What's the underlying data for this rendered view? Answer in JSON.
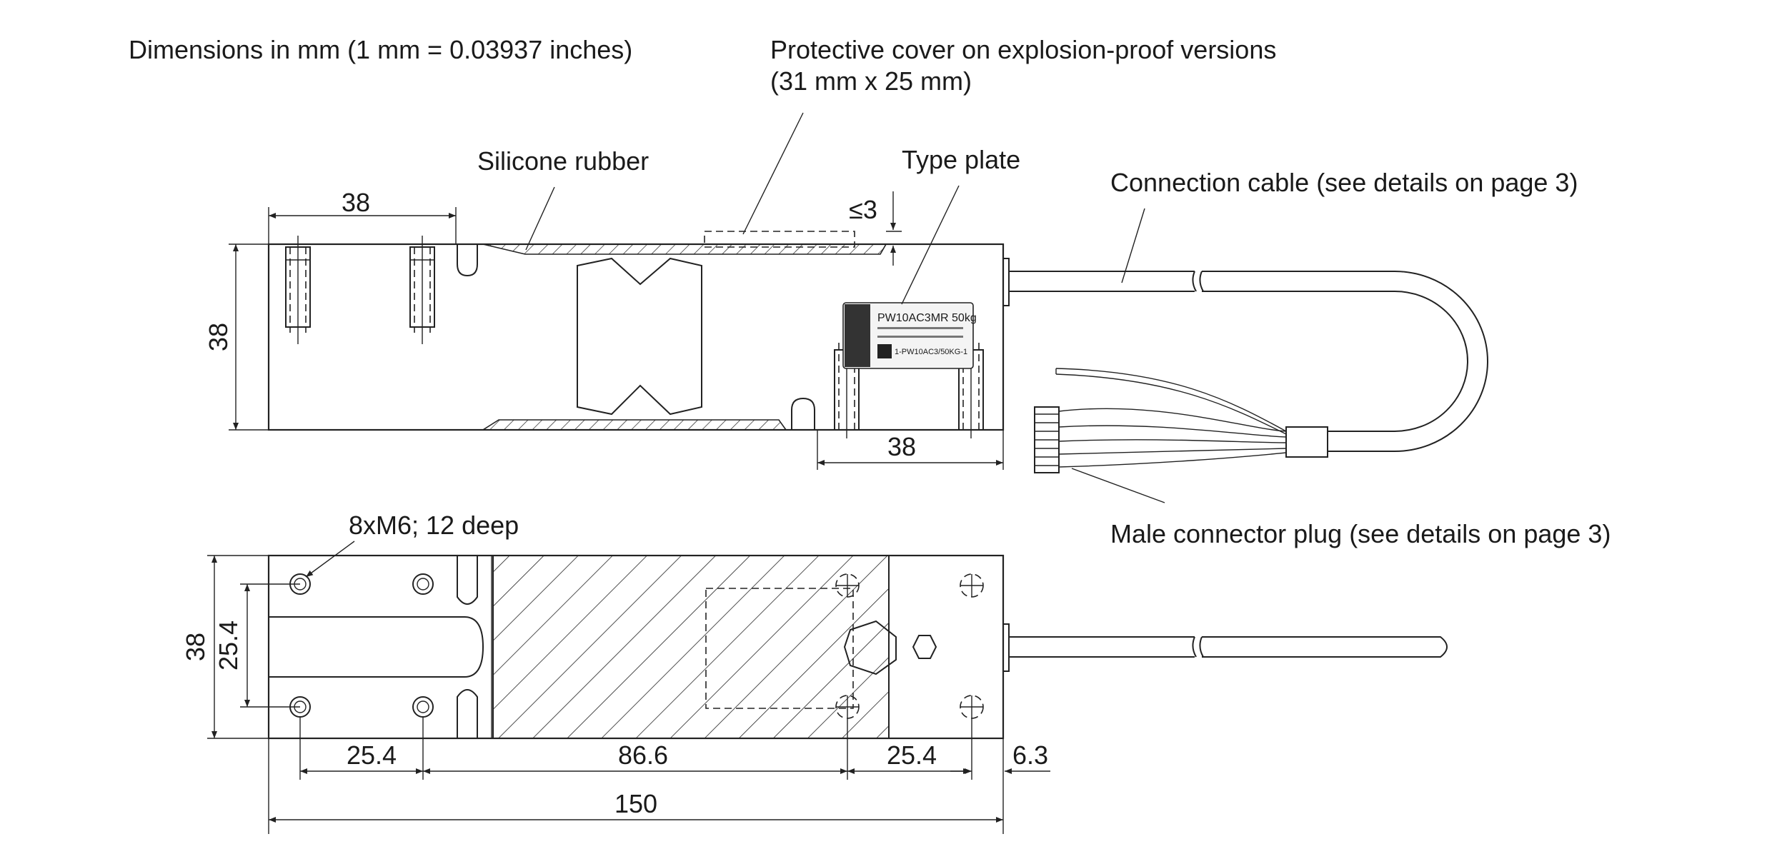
{
  "notes": {
    "units": "Dimensions in mm (1 mm = 0.03937 inches)",
    "cover_line1": "Protective cover on explosion-proof versions",
    "cover_line2": "(31 mm x 25 mm)",
    "silicone": "Silicone rubber",
    "type_plate": "Type plate",
    "cable": "Connection cable (see details on page 3)",
    "plug": "Male connector plug (see details on page 3)",
    "threads": "8xM6; 12 deep"
  },
  "type_plate_label": {
    "model": "PW10AC3MR  50kg",
    "part_no": "1-PW10AC3/50KG-1"
  },
  "dimensions": {
    "side_top_width": "38",
    "side_height": "38",
    "cover_max": "≤3",
    "side_right_width": "38",
    "plan_height": "38",
    "plan_hole_spacing": "25.4",
    "plan_left_pitch": "25.4",
    "plan_center_span": "86.6",
    "plan_right_pitch": "25.4",
    "plan_end_offset": "6.3",
    "overall_length": "150"
  }
}
